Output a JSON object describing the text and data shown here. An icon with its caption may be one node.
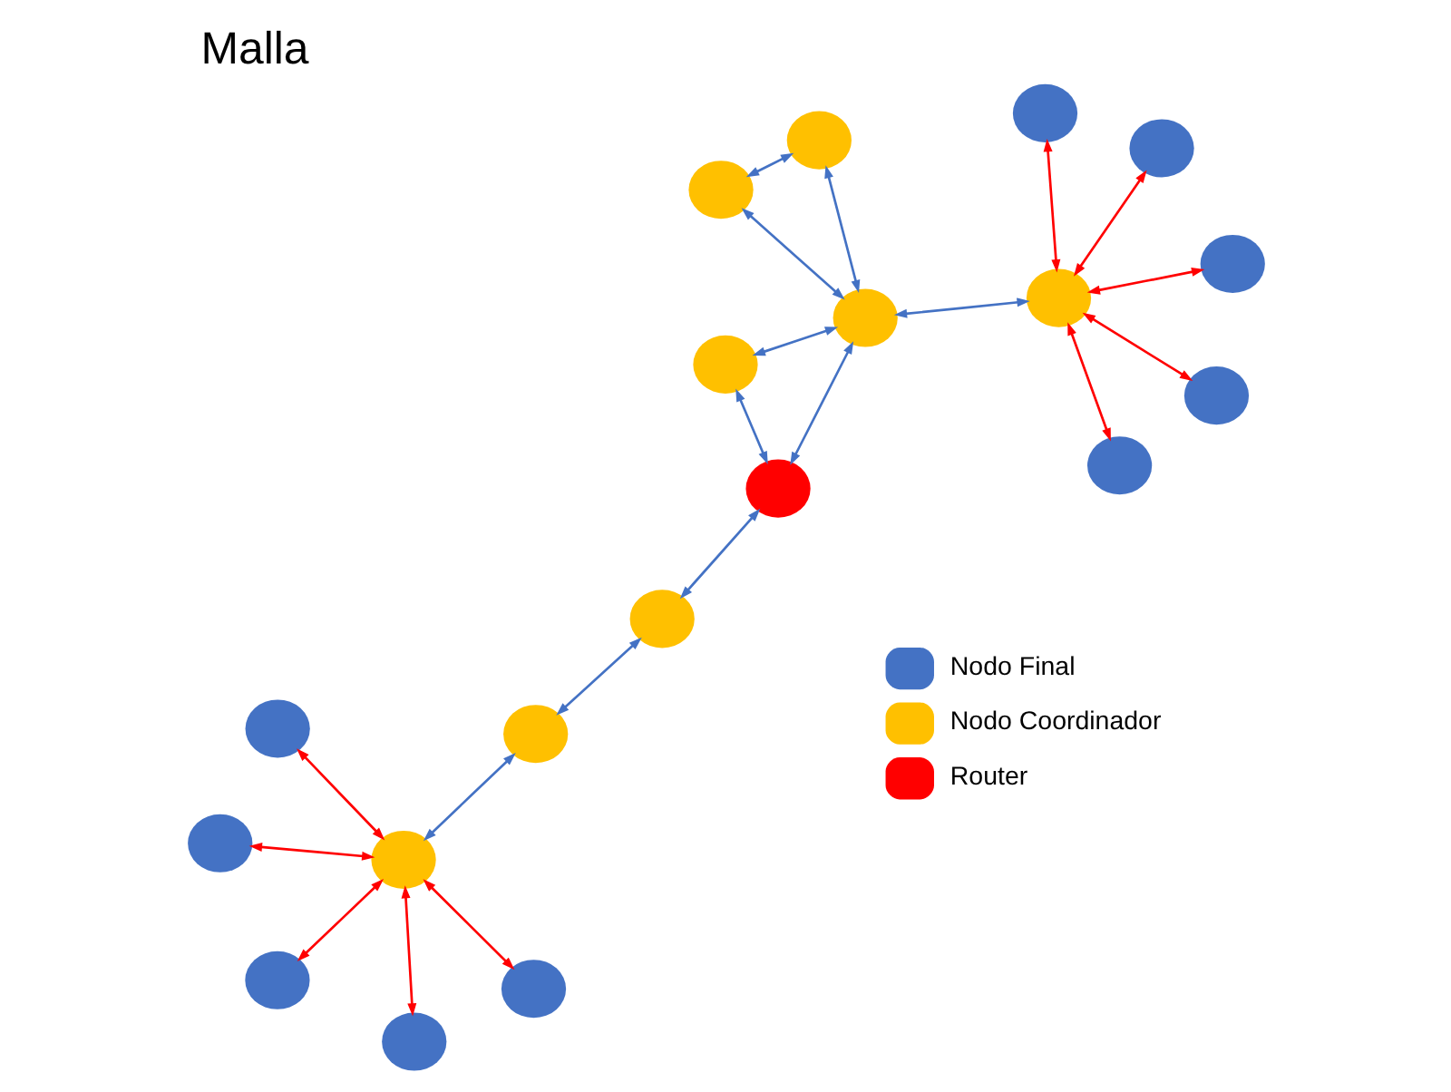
{
  "diagram": {
    "title": "Malla",
    "nodes": [
      {
        "text": [],
        "shape": "circle"
      },
      {
        "text": [],
        "shape": "circle"
      },
      {
        "text": [],
        "shape": "circle"
      },
      {
        "text": [],
        "shape": "circle"
      },
      {
        "text": [],
        "shape": "circle"
      },
      {
        "text": [],
        "shape": "circle"
      },
      {
        "text": [],
        "shape": "circle"
      },
      {
        "text": [],
        "shape": "circle"
      },
      {
        "text": [],
        "shape": "circle"
      },
      {
        "text": [],
        "shape": "circle"
      },
      {
        "text": [],
        "shape": "circle"
      },
      {
        "text": [],
        "shape": "circle"
      },
      {
        "text": [],
        "shape": "circle"
      },
      {
        "text": [],
        "shape": "circle"
      },
      {
        "text": [],
        "shape": "circle"
      },
      {
        "text": [],
        "shape": "circle"
      },
      {
        "text": [],
        "shape": "circle"
      },
      {
        "text": [],
        "shape": "circle"
      },
      {
        "text": [],
        "shape": "circle"
      }
    ],
    "edges": [
      {
        "from": 3,
        "to": 0,
        "arrow": "both"
      },
      {
        "from": 3,
        "to": 1,
        "arrow": "both"
      },
      {
        "from": 3,
        "to": 2,
        "arrow": "both"
      },
      {
        "from": 3,
        "to": 4,
        "arrow": "both"
      },
      {
        "from": 3,
        "to": 6,
        "arrow": "both"
      },
      {
        "from": 3,
        "to": 5,
        "arrow": "both",
        "color": "#4472c4"
      },
      {
        "from": 5,
        "to": 7,
        "arrow": "both",
        "color": "#4472c4"
      },
      {
        "from": 7,
        "to": 9,
        "arrow": "both",
        "color": "#4472c4"
      },
      {
        "from": 9,
        "to": 8,
        "arrow": "both",
        "color": "#4472c4"
      },
      {
        "from": 9,
        "to": 10,
        "arrow": "both",
        "color": "#4472c4"
      },
      {
        "from": 8,
        "to": 10,
        "arrow": "both",
        "color": "#4472c4"
      },
      {
        "from": 10,
        "to": 11,
        "arrow": "both",
        "color": "#4472c4"
      },
      {
        "from": 10,
        "to": 14,
        "arrow": "both",
        "color": "#4472c4"
      },
      {
        "from": 11,
        "to": 14,
        "arrow": "both",
        "color": "#4472c4"
      },
      {
        "from": 10,
        "to": 13,
        "arrow": "both",
        "color": "#4472c4"
      },
      {
        "from": 13,
        "to": 12,
        "arrow": "both"
      },
      {
        "from": 13,
        "to": 15,
        "arrow": "both"
      },
      {
        "from": 13,
        "to": 16,
        "arrow": "both"
      },
      {
        "from": 13,
        "to": 17,
        "arrow": "both"
      },
      {
        "from": 13,
        "to": 18,
        "arrow": "both"
      }
    ],
    "legend": [
      {
        "text": "Nodo Final",
        "color": "#4472c4"
      },
      {
        "text": "Nodo Coordinador",
        "color": "#ffc000"
      },
      {
        "text": "Router",
        "color": "#ff0000"
      }
    ]
  }
}
